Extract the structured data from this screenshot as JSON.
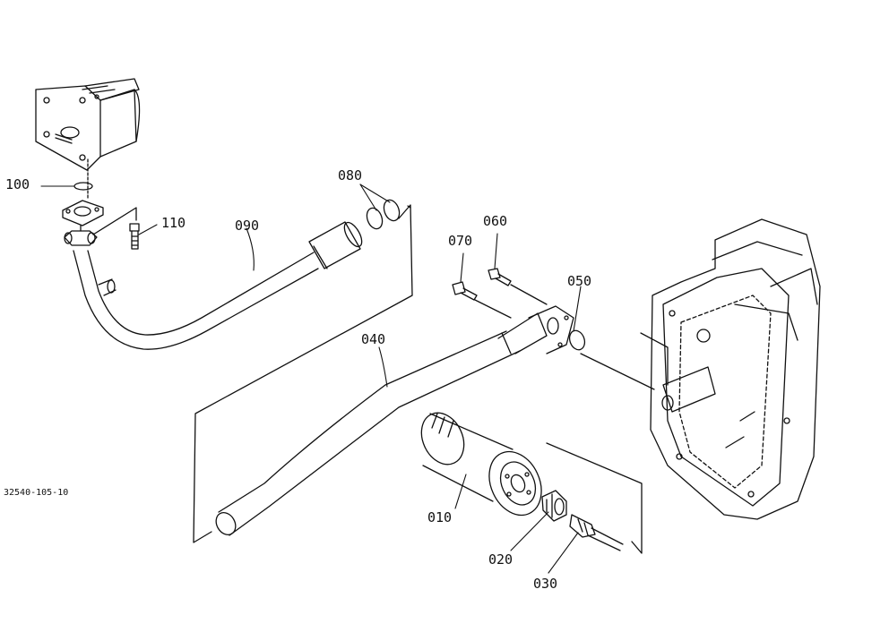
{
  "diagram": {
    "drawing_code": "32540-105-10",
    "parts": [
      {
        "id": "p010",
        "label": "010",
        "description": ""
      },
      {
        "id": "p020",
        "label": "020",
        "description": ""
      },
      {
        "id": "p030",
        "label": "030",
        "description": ""
      },
      {
        "id": "p040",
        "label": "040",
        "description": ""
      },
      {
        "id": "p050",
        "label": "050",
        "description": ""
      },
      {
        "id": "p060",
        "label": "060",
        "description": ""
      },
      {
        "id": "p070",
        "label": "070",
        "description": ""
      },
      {
        "id": "p080",
        "label": "080",
        "description": ""
      },
      {
        "id": "p090",
        "label": "090",
        "description": ""
      },
      {
        "id": "p100",
        "label": "100",
        "description": ""
      },
      {
        "id": "p110",
        "label": "110",
        "description": ""
      }
    ]
  },
  "colors": {
    "line": "#111111",
    "background": "#ffffff"
  }
}
